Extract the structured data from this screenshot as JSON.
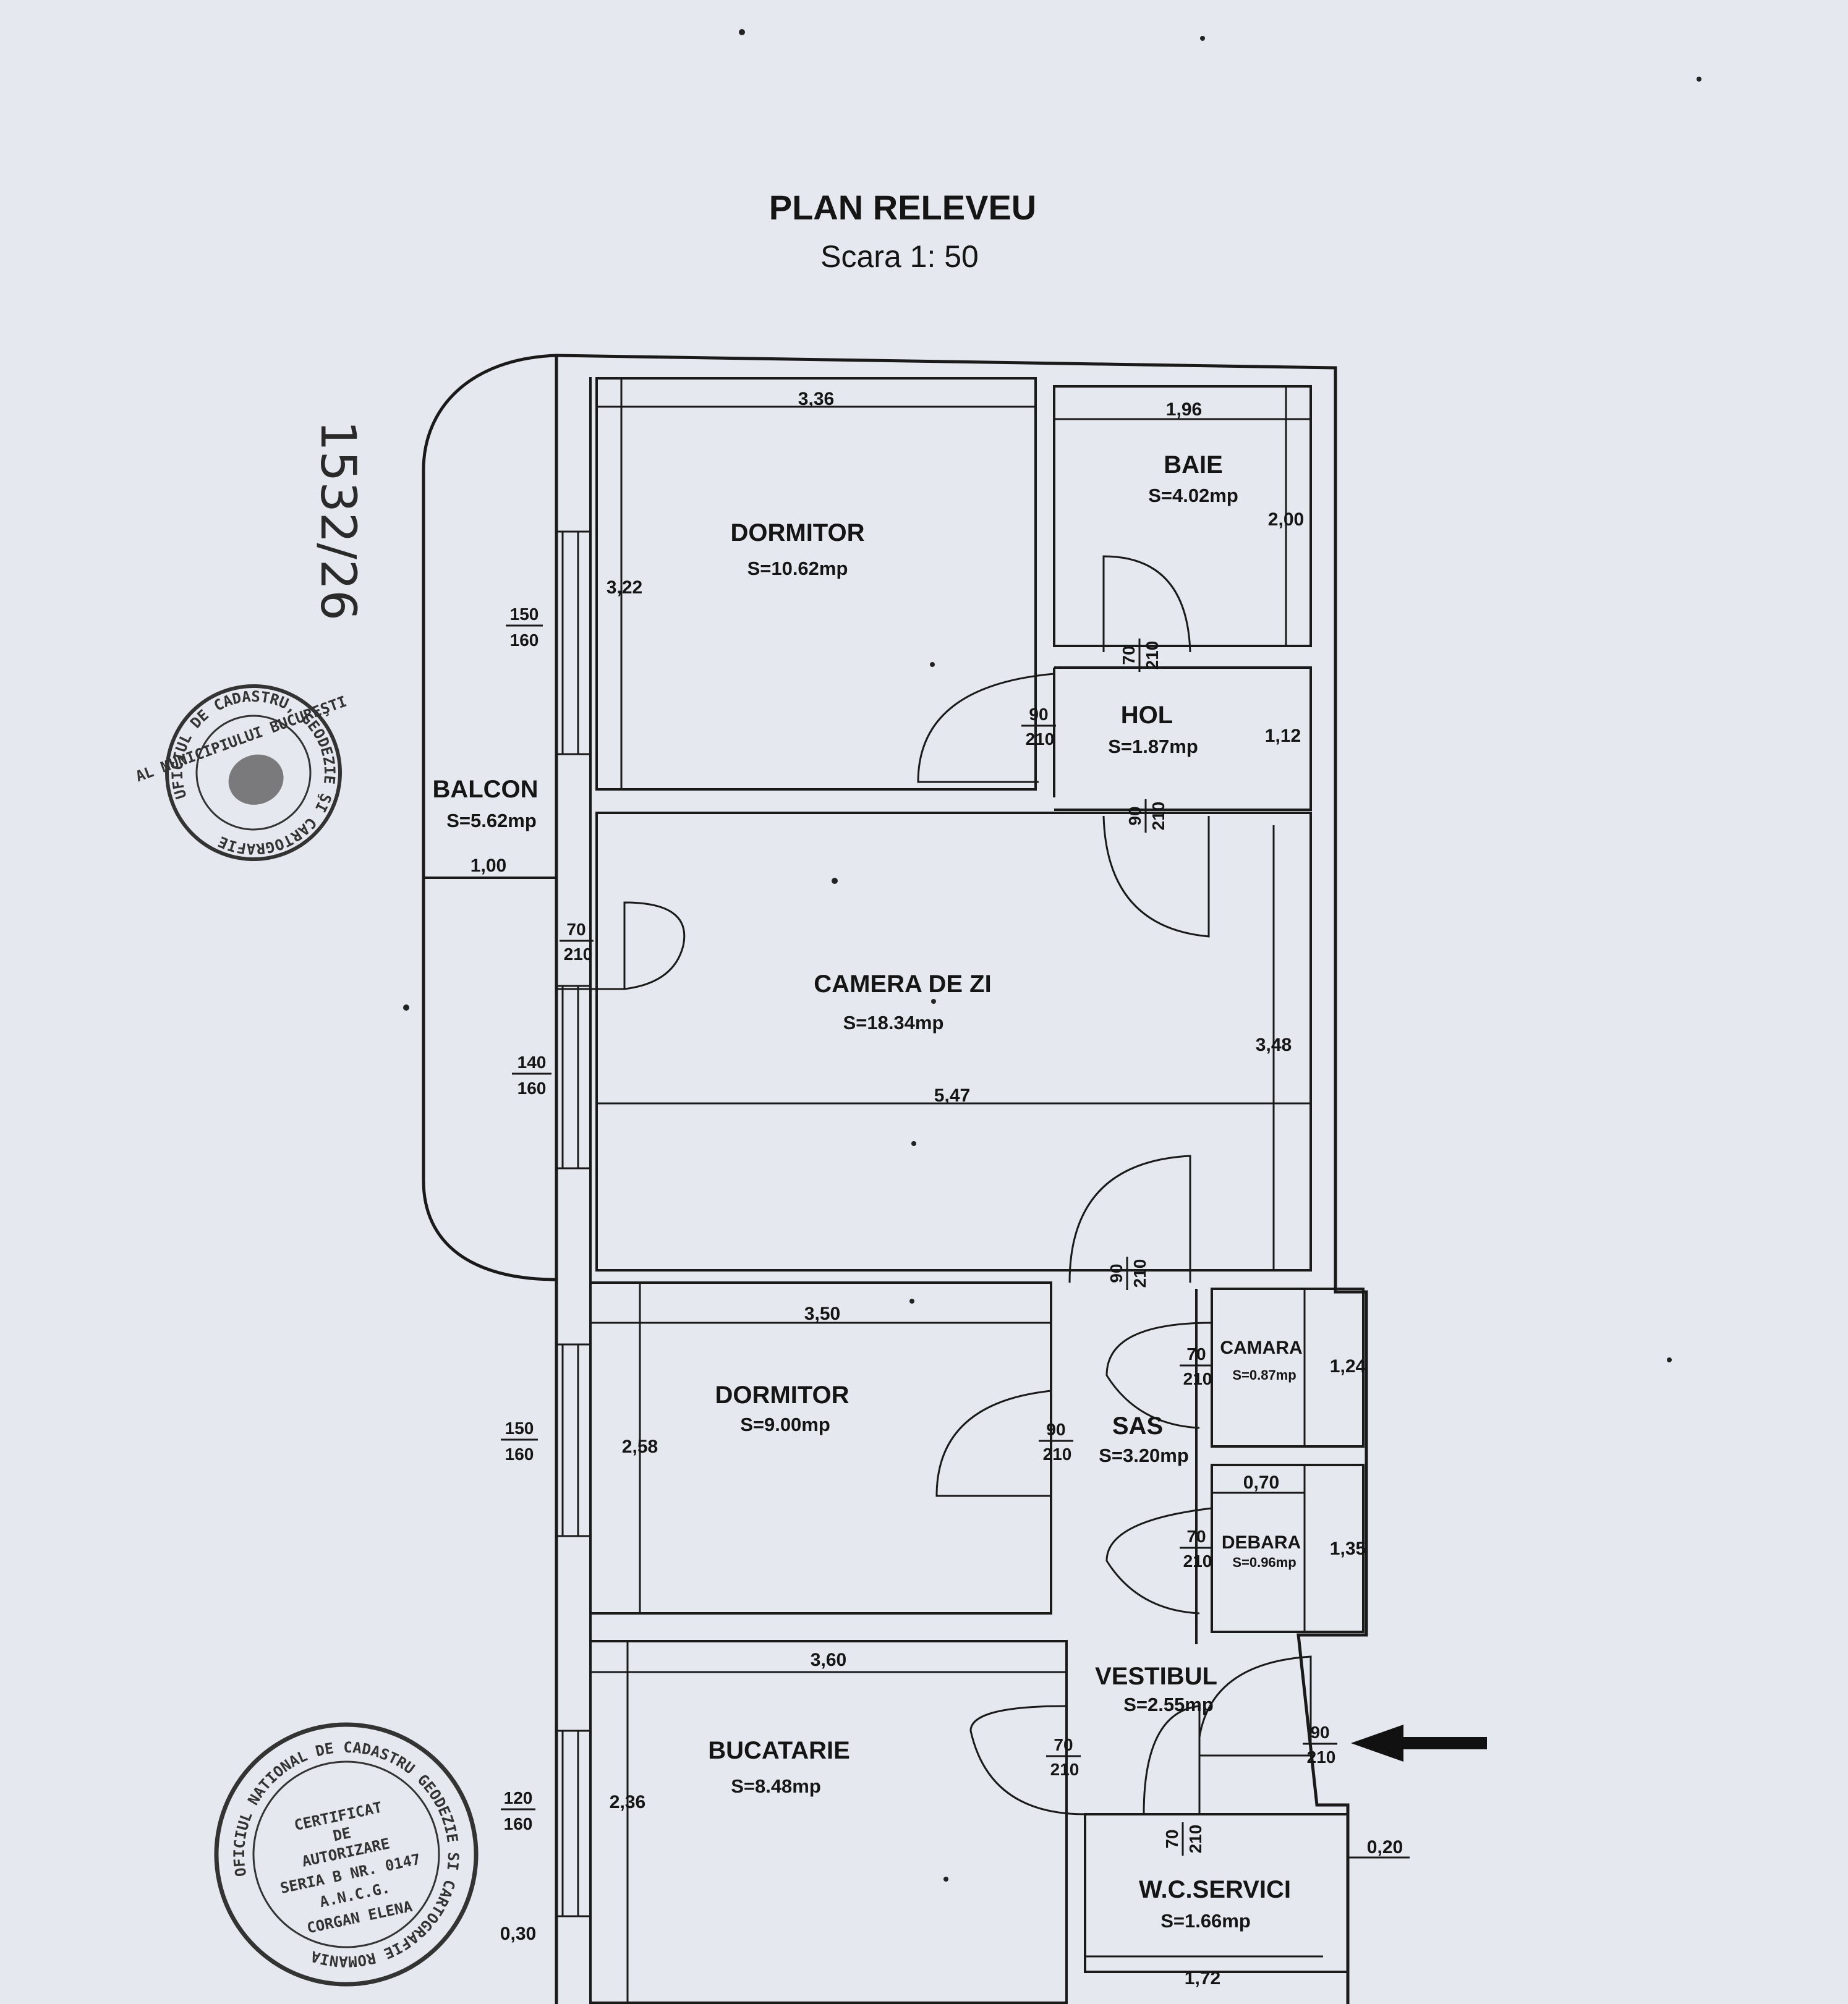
{
  "title": "PLAN RELEVEU",
  "scale": "Scara 1: 50",
  "handwritten_number": "1532/26",
  "rooms": {
    "dormitor1": {
      "name": "DORMITOR",
      "area": "S=10.62mp"
    },
    "baie": {
      "name": "BAIE",
      "area": "S=4.02mp"
    },
    "hol": {
      "name": "HOL",
      "area": "S=1.87mp"
    },
    "balcon": {
      "name": "BALCON",
      "area": "S=5.62mp"
    },
    "camera_de_zi": {
      "name": "CAMERA DE ZI",
      "area": "S=18.34mp"
    },
    "dormitor2": {
      "name": "DORMITOR",
      "area": "S=9.00mp"
    },
    "camara": {
      "name": "CAMARA",
      "area": "S=0.87mp"
    },
    "sas": {
      "name": "SAS",
      "area": "S=3.20mp"
    },
    "debara": {
      "name": "DEBARA",
      "area": "S=0.96mp"
    },
    "vestibul": {
      "name": "VESTIBUL",
      "area": "S=2.55mp"
    },
    "bucatarie": {
      "name": "BUCATARIE",
      "area": "S=8.48mp"
    },
    "wc_servici": {
      "name": "W.C.SERVICI",
      "area": "S=1.66mp"
    }
  },
  "dimensions": {
    "d_336": "3,36",
    "d_322": "3,22",
    "d_196": "1,96",
    "d_200": "2,00",
    "d_112": "1,12",
    "d_100": "1,00",
    "d_348": "3,48",
    "d_547": "5,47",
    "d_350": "3,50",
    "d_258": "2,58",
    "d_124": "1,24",
    "d_070": "0,70",
    "d_135": "1,35",
    "d_360": "3,60",
    "d_236": "2,36",
    "d_020": "0,20",
    "d_172": "1,72",
    "d_030": "0,30"
  },
  "openings": {
    "win1": {
      "top": "150",
      "bottom": "160"
    },
    "win2": {
      "top": "140",
      "bottom": "160"
    },
    "win3": {
      "top": "150",
      "bottom": "160"
    },
    "win4": {
      "top": "120",
      "bottom": "160"
    },
    "door_balcon": {
      "top": "70",
      "bottom": "210"
    },
    "door_baie": {
      "top": "70",
      "bottom": "210"
    },
    "door_dorm1": {
      "top": "90",
      "bottom": "210"
    },
    "door_hol_cz": {
      "top": "90",
      "bottom": "210"
    },
    "door_sas_cz": {
      "top": "90",
      "bottom": "210"
    },
    "door_camara": {
      "top": "70",
      "bottom": "210"
    },
    "door_dorm2": {
      "top": "90",
      "bottom": "210"
    },
    "door_debara": {
      "top": "70",
      "bottom": "210"
    },
    "door_buc": {
      "top": "70",
      "bottom": "210"
    },
    "door_entry": {
      "top": "90",
      "bottom": "210"
    },
    "door_wc": {
      "top": "70",
      "bottom": "210"
    }
  },
  "stamp_round": {
    "ring": "UFICIUL DE CADASTRU, GEODEZIE ŞI CARTOGRAFIE",
    "inner": "AL MUNICIPIULUI BUCUREŞTI"
  },
  "stamp_cert": {
    "ring": "OFICIUL NATIONAL DE CADASTRU GEODEZIE SI CARTOGRAFIE ROMANIA",
    "line1": "CERTIFICAT",
    "line2": "DE",
    "line3": "AUTORIZARE",
    "line4": "SERIA B NR. 0147",
    "line5": "A.N.C.G.",
    "line6": "CORGAN ELENA"
  }
}
